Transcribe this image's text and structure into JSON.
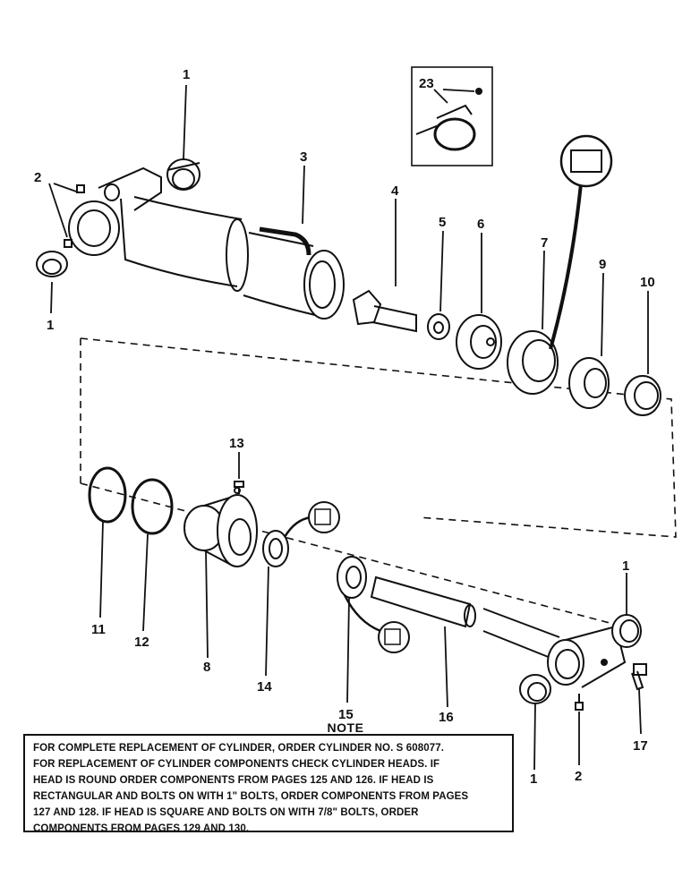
{
  "diagram": {
    "callouts": [
      {
        "id": "c1a",
        "text": "1"
      },
      {
        "id": "c1b",
        "text": "1"
      },
      {
        "id": "c2a",
        "text": "2"
      },
      {
        "id": "c3",
        "text": "3"
      },
      {
        "id": "c4",
        "text": "4"
      },
      {
        "id": "c5",
        "text": "5"
      },
      {
        "id": "c6",
        "text": "6"
      },
      {
        "id": "c7",
        "text": "7"
      },
      {
        "id": "c9",
        "text": "9"
      },
      {
        "id": "c10",
        "text": "10"
      },
      {
        "id": "c23",
        "text": "23"
      },
      {
        "id": "c13",
        "text": "13"
      },
      {
        "id": "c11",
        "text": "11"
      },
      {
        "id": "c12",
        "text": "12"
      },
      {
        "id": "c8",
        "text": "8"
      },
      {
        "id": "c14",
        "text": "14"
      },
      {
        "id": "c15",
        "text": "15"
      },
      {
        "id": "c16",
        "text": "16"
      },
      {
        "id": "c1c",
        "text": "1"
      },
      {
        "id": "c1d",
        "text": "1"
      },
      {
        "id": "c2b",
        "text": "2"
      },
      {
        "id": "c17",
        "text": "17"
      }
    ]
  },
  "note": {
    "title": "NOTE",
    "lines": [
      "FOR COMPLETE REPLACEMENT OF CYLINDER, ORDER CYLINDER NO. S 608077.",
      "FOR REPLACEMENT OF CYLINDER COMPONENTS CHECK CYLINDER HEADS. IF",
      "HEAD IS ROUND ORDER COMPONENTS FROM PAGES 125 AND 126. IF HEAD IS",
      "RECTANGULAR AND BOLTS ON WITH 1\" BOLTS, ORDER COMPONENTS FROM PAGES",
      "127 AND 128. IF HEAD IS SQUARE AND BOLTS ON WITH 7/8\" BOLTS, ORDER",
      "COMPONENTS FROM PAGES 129 AND 130."
    ]
  }
}
